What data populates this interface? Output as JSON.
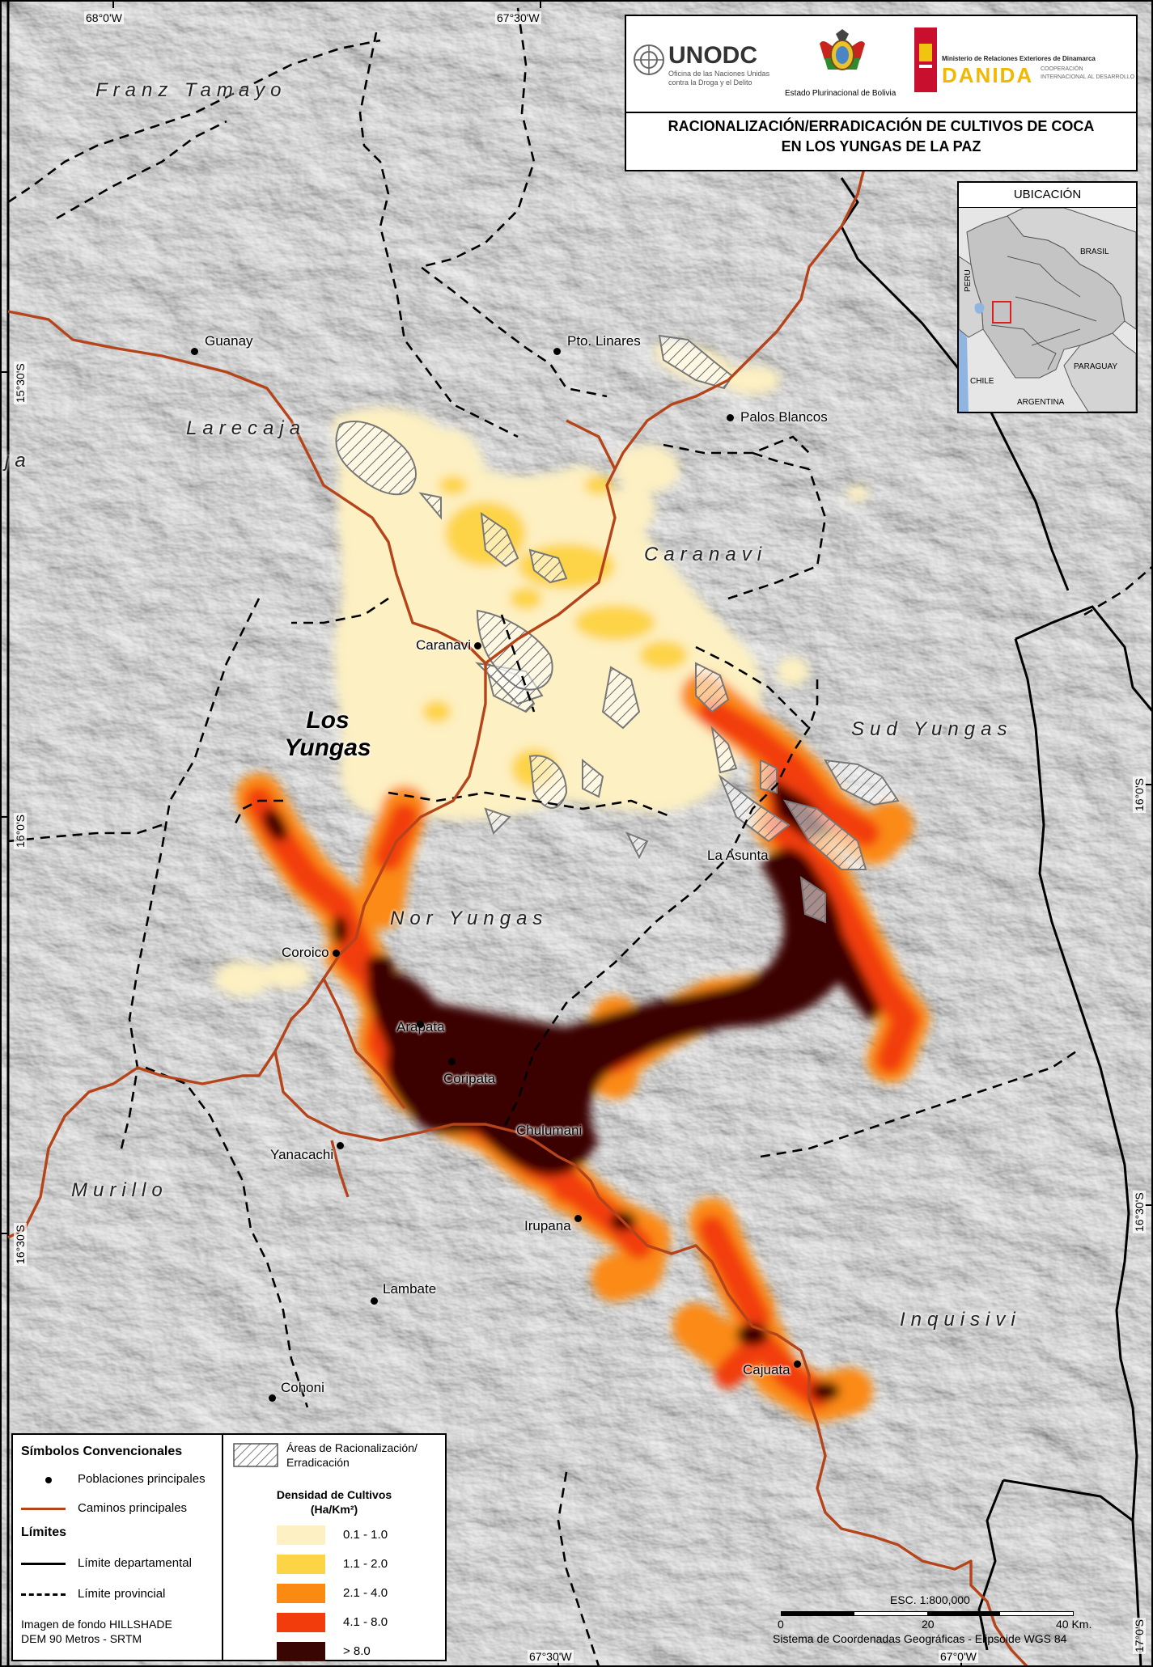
{
  "title": {
    "line1": "RACIONALIZACIÓN/ERRADICACIÓN DE CULTIVOS DE COCA",
    "line2": "EN LOS YUNGAS DE LA PAZ"
  },
  "logos": {
    "unodc": "UNODC",
    "unodc_sub1": "Oficina de las Naciones Unidas",
    "unodc_sub2": "contra la Droga y el Delito",
    "bolivia": "Estado Plurinacional de Bolivia",
    "ministry": "Ministerio de Relaciones Exteriores de Dinamarca",
    "danida": "DANIDA",
    "danida_sub1": "COOPERACIÓN",
    "danida_sub2": "INTERNACIONAL AL DESARROLLO"
  },
  "location_map": {
    "header": "UBICACIÓN",
    "countries": [
      "BRASIL",
      "PERU",
      "CHILE",
      "PARAGUAY",
      "ARGENTINA"
    ]
  },
  "coordinates": {
    "top": [
      "68°0'W",
      "67°30'W"
    ],
    "bottom": [
      "67°30'W",
      "67°0'W"
    ],
    "left": [
      "15°30'S",
      "16°0'S",
      "16°30'S"
    ],
    "right": [
      "16°0'S",
      "16°30'S",
      "17°0'S"
    ]
  },
  "places": [
    "Guanay",
    "Pto. Linares",
    "Palos Blancos",
    "Caranavi",
    "La Asunta",
    "Coroico",
    "Arapata",
    "Coripata",
    "Chulumani",
    "Yanacachi",
    "Irupana",
    "Lambate",
    "Cajuata",
    "Cohoni"
  ],
  "regions": [
    "Franz Tamayo",
    "Larecaja",
    "ja",
    "Caranavi",
    "Sud Yungas",
    "Nor Yungas",
    "Murillo",
    "Inquisivi"
  ],
  "big_region": {
    "line1": "Los",
    "line2": "Yungas"
  },
  "legend": {
    "symbols_title": "Símbolos Convencionales",
    "towns": "Poblaciones principales",
    "roads": "Caminos principales",
    "limits_title": "Límites",
    "dept": "Límite departamental",
    "prov": "Límite provincial",
    "source1": "Imagen de fondo HILLSHADE",
    "source2": "DEM 90 Metros - SRTM",
    "hatch_line1": "Áreas de Racionalización/",
    "hatch_line2": "Erradicación",
    "density_title": "Densidad de Cultivos",
    "density_unit": "(Ha/Km²)",
    "classes": [
      {
        "label": "0.1 - 1.0",
        "color": "#fdf0c2"
      },
      {
        "label": "1.1 - 2.0",
        "color": "#fdd446"
      },
      {
        "label": "2.1 - 4.0",
        "color": "#fb8a12"
      },
      {
        "label": "4.1 - 8.0",
        "color": "#f23c0b"
      },
      {
        "label": "> 8.0",
        "color": "#3a0604"
      }
    ]
  },
  "scale": {
    "label": "ESC. 1:800,000",
    "ticks": [
      "0",
      "20",
      "40 Km."
    ],
    "crs": "Sistema de Coordenadas Geográficas - Elipsoide WGS 84"
  },
  "colors": {
    "road": "#b5441a",
    "boundary": "#000000",
    "hillshade": "#cfcfcf"
  }
}
